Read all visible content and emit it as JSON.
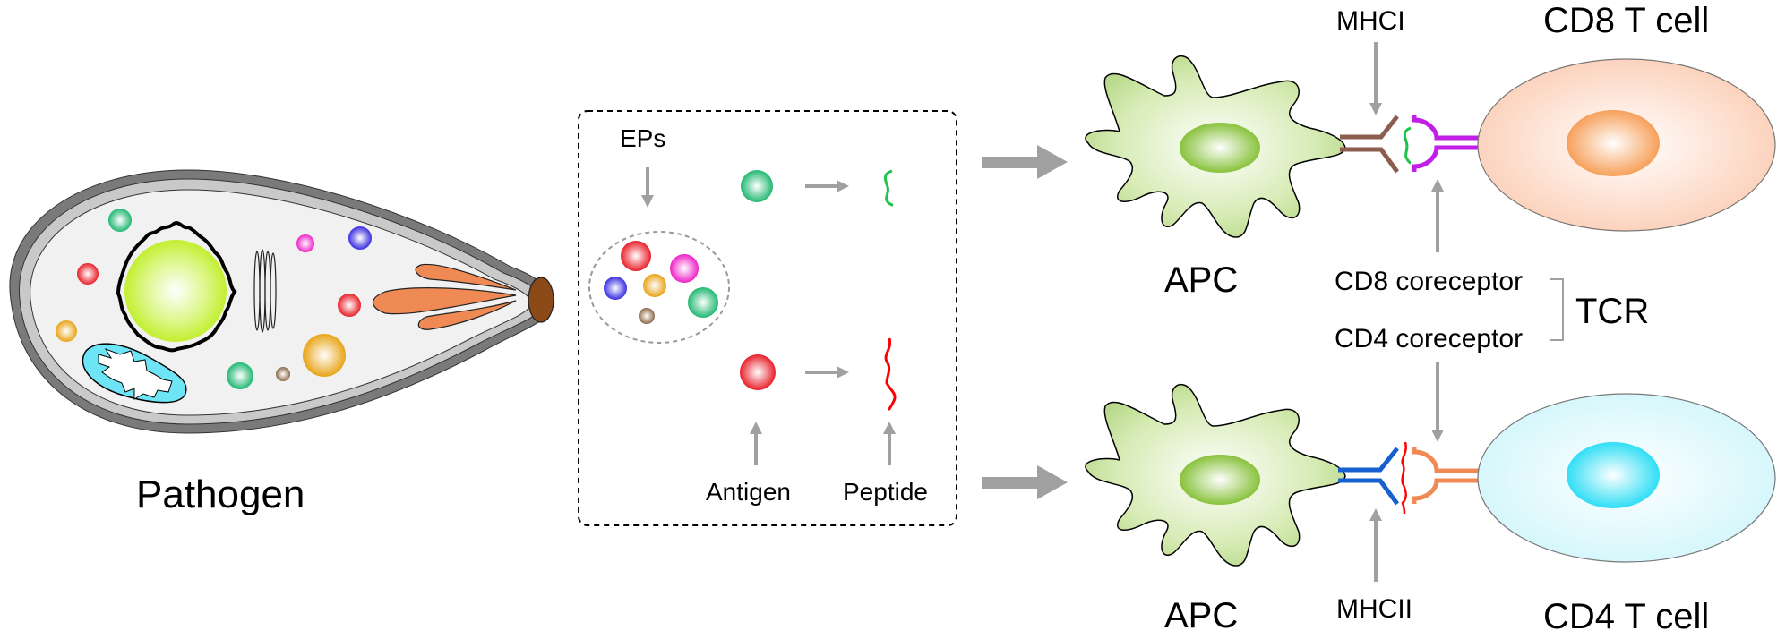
{
  "diagram": {
    "title": "Pathogen epitope processing and T cell antigen presentation",
    "pathogen": {
      "label": "Pathogen",
      "colors": {
        "wall_outer": "#7a7a7a",
        "wall_inner": "#c8c9c8",
        "cytoplasm": "#f0f1f0",
        "nucleus": "#c9f23a",
        "mitochondrion": "#6ee4f7",
        "flagellum_lobes": "#f08a55",
        "basal_body": "#8b4a18"
      },
      "organelles": [
        "nucleus",
        "mitochondrion",
        "golgi",
        "vesicles",
        "flagellar-lobes",
        "basal-body"
      ]
    },
    "processing_box": {
      "eps_label": "EPs",
      "antigen_label": "Antigen",
      "peptide_label": "Peptide",
      "ep_spheres": [
        "red",
        "magenta",
        "blue",
        "orange",
        "green",
        "brown"
      ],
      "pathways": [
        {
          "antigen_color": "#22b872",
          "peptide_color": "#1ec34a"
        },
        {
          "antigen_color": "#e8202a",
          "peptide_color": "#ff0000"
        }
      ]
    },
    "top_interaction": {
      "apc_label": "APC",
      "mhc_label": "MHCI",
      "tcell_label": "CD8 T cell",
      "mhc_color": "#8b5e50",
      "peptide_color": "#1ec34a",
      "receptor_color": "#c21ee6",
      "tcell_color": "#fcd5c0",
      "tcell_nucleus_color": "#f7a060"
    },
    "bottom_interaction": {
      "apc_label": "APC",
      "mhc_label": "MHCII",
      "tcell_label": "CD4 T cell",
      "mhc_color": "#1660d0",
      "peptide_color": "#ff0000",
      "receptor_color": "#f08a55",
      "tcell_color": "#d9f8fc",
      "tcell_nucleus_color": "#3fe0f5"
    },
    "tcr_group": {
      "cd8_label": "CD8 coreceptor",
      "cd4_label": "CD4 coreceptor",
      "tcr_label": "TCR"
    },
    "apc_color": "#c2df95",
    "apc_nucleus_color": "#8cc43f",
    "arrow_color": "#a0a0a0"
  }
}
